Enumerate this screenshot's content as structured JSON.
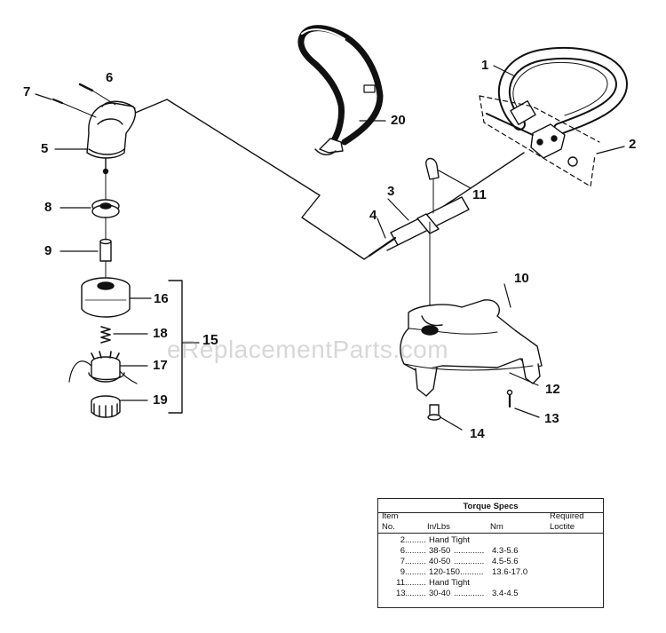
{
  "watermark": "eReplacementParts.com",
  "callouts": [
    "1",
    "2",
    "3",
    "4",
    "5",
    "6",
    "7",
    "8",
    "9",
    "10",
    "11",
    "12",
    "13",
    "14",
    "15",
    "16",
    "17",
    "18",
    "19",
    "20"
  ],
  "torque_table": {
    "title": "Torque Specs",
    "header": {
      "item_line1": "Item",
      "item_line2": "No.",
      "inlbs": "In/Lbs",
      "nm": "Nm",
      "required_line1": "Required",
      "required_line2": "Loctite"
    },
    "rows": [
      {
        "item": "2",
        "inlbs": "Hand Tight",
        "nm": ""
      },
      {
        "item": "6",
        "inlbs": "38-50",
        "nm": "4.3-5.6"
      },
      {
        "item": "7",
        "inlbs": "40-50",
        "nm": "4.5-5.6"
      },
      {
        "item": "9",
        "inlbs": "120-150",
        "nm": "13.6-17.0"
      },
      {
        "item": "11",
        "inlbs": "Hand Tight",
        "nm": ""
      },
      {
        "item": "13",
        "inlbs": "30-40",
        "nm": "3.4-4.5"
      }
    ]
  }
}
